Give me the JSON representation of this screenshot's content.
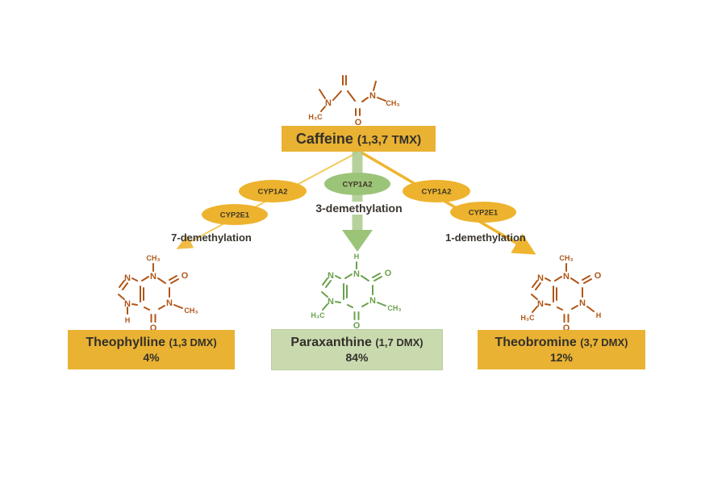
{
  "caffeine": {
    "name": "Caffeine",
    "detail": "(1,3,7 TMX)"
  },
  "branches": {
    "left": {
      "enzyme1": "CYP1A2",
      "enzyme2": "CYP2E1",
      "label": "7-demethylation"
    },
    "center": {
      "enzyme1": "CYP1A2",
      "label": "3-demethylation"
    },
    "right": {
      "enzyme1": "CYP1A2",
      "enzyme2": "CYP2E1",
      "label": "1-demethylation"
    }
  },
  "metabolites": [
    {
      "name": "Theophylline",
      "detail": "(1,3 DMX)",
      "percent": "4%"
    },
    {
      "name": "Paraxanthine",
      "detail": "(1,7 DMX)",
      "percent": "84%"
    },
    {
      "name": "Theobromine",
      "detail": "(3,7 DMX)",
      "percent": "12%"
    }
  ],
  "molecules": {
    "caffeine_fragment": {
      "n7": "N",
      "n7_sub": "H₃C",
      "o": "O",
      "n1": "N",
      "n1_sub": "CH₃"
    },
    "theophylline": {
      "tn": "N",
      "tn_sub": "CH₃",
      "o_top": "O",
      "rn": "N",
      "rn_sub": "CH₃",
      "o_bot": "O",
      "ln_top": "N",
      "ln_bot": "N",
      "ln_sub": "H"
    },
    "paraxanthine": {
      "tn": "N",
      "tn_sub": "H",
      "o_top": "O",
      "rn": "N",
      "rn_sub": "CH₃",
      "o_bot": "O",
      "ln_top": "N",
      "ln_bot": "N",
      "ln_sub": "H₃C"
    },
    "theobromine": {
      "tn": "N",
      "tn_sub": "CH₃",
      "o_top": "O",
      "rn": "N",
      "rn_sub": "H",
      "o_bot": "O",
      "ln_top": "N",
      "ln_bot": "N",
      "ln_sub": "H₃C"
    }
  },
  "colors": {
    "gold": "#e9b233",
    "gold_line": "#efb52f",
    "green": "#9cc478",
    "green_box": "#c9daaf",
    "structure_orange": "#b05617",
    "structure_green": "#6ba14c",
    "text_dark": "#33302a"
  }
}
